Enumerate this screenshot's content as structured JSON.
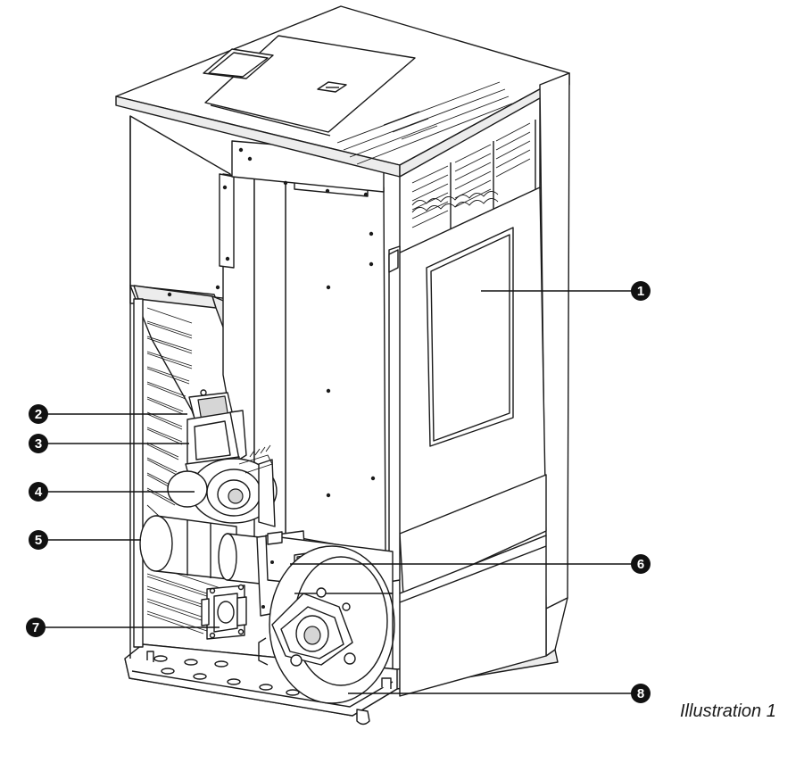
{
  "caption": "Illustration 1",
  "callouts": [
    {
      "id": "1",
      "label": "1"
    },
    {
      "id": "2",
      "label": "2"
    },
    {
      "id": "3",
      "label": "3"
    },
    {
      "id": "4",
      "label": "4"
    },
    {
      "id": "5",
      "label": "5"
    },
    {
      "id": "6",
      "label": "6"
    },
    {
      "id": "7",
      "label": "7"
    },
    {
      "id": "8",
      "label": "8"
    }
  ]
}
